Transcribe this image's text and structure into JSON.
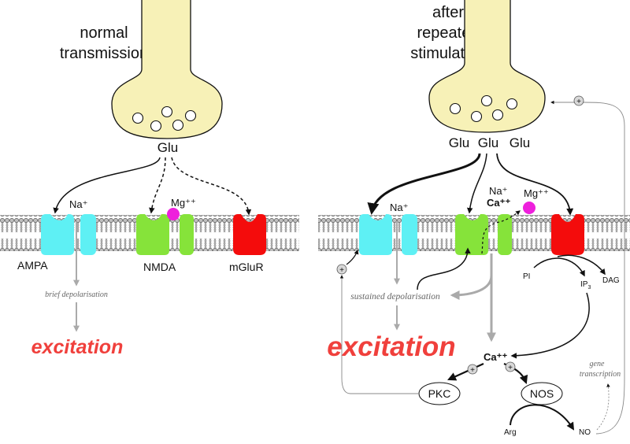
{
  "left_panel": {
    "title_line1": "normal",
    "title_line2": "transmission",
    "glu_label": "Glu",
    "na_label": "Na⁺",
    "mg_label": "Mg⁺⁺",
    "ampa_label": "AMPA",
    "nmda_label": "NMDA",
    "mglur_label": "mGluR",
    "depolarisation_label": "brief depolarisation",
    "excitation_label": "excitation"
  },
  "right_panel": {
    "title_line1": "after",
    "title_line2": "repeated",
    "title_line3": "stimulation",
    "glu_labels": [
      "Glu",
      "Glu",
      "Glu"
    ],
    "na_label": "Na⁺",
    "nmda_na_label": "Na⁺",
    "ca_label": "Ca⁺⁺",
    "mg_label": "Mg⁺⁺",
    "depolarisation_label": "sustained depolarisation",
    "excitation_label": "excitation",
    "ca_node_label": "Ca⁺⁺",
    "pi_label": "PI",
    "ip3_label": "IP",
    "ip3_sub": "3",
    "dag_label": "DAG",
    "pkc_label": "PKC",
    "nos_label": "NOS",
    "arg_label": "Arg",
    "no_label": "NO",
    "gene_line1": "gene",
    "gene_line2": "transcription",
    "plus_symbol": "+"
  },
  "colors": {
    "terminal_fill": "#f7f1b7",
    "ampa": "#5ef0f4",
    "nmda": "#86e33a",
    "mglur": "#f40c0c",
    "magnesium": "#ee20dc",
    "excitation": "#f0403c",
    "gray_arrow": "#aaaaaa"
  }
}
